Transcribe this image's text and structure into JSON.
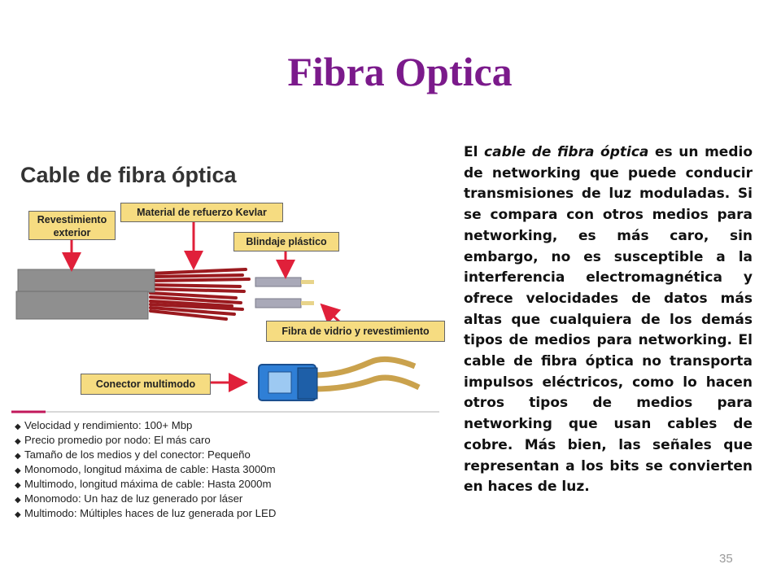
{
  "slide": {
    "title": "Fibra Optica",
    "page_number": "35"
  },
  "figure": {
    "title": "Cable de fibra óptica",
    "callouts": {
      "revestimiento_line1": "Revestimiento",
      "revestimiento_line2": "exterior",
      "kevlar": "Material de refuerzo Kevlar",
      "blindaje": "Blindaje plástico",
      "fibra": "Fibra de vidrio y revestimiento",
      "conector": "Conector multimodo"
    },
    "features": [
      "Velocidad y rendimiento:  100+ Mbp",
      "Precio promedio por nodo:  El más caro",
      "Tamaño de los medios y del conector:  Pequeño",
      "Monomodo, longitud máxima de cable:  Hasta 3000m",
      "Multimodo, longitud máxima de cable:  Hasta 2000m",
      "Monomodo: Un haz de luz generado por láser",
      "Multimodo: Múltiples haces de luz generada por LED"
    ],
    "colors": {
      "callout_fill": "#f6dc81",
      "arrow_red": "#e0203a",
      "jacket_gray": "#8f8f8f",
      "kevlar_red": "#9b1a1f",
      "connector_blue": "#2f7fd6"
    }
  },
  "body": {
    "part1": "El ",
    "italic": "cable de fibra óptica",
    "part2": " es un medio de networking que puede conducir transmisiones de luz moduladas. Si se compara con otros medios para networking, es más caro, sin embargo, no es susceptible a la interferencia electromagnética y ofrece velocidades de datos más altas que cualquiera de los demás tipos de medios para networking. El cable de fibra óptica no transporta impulsos eléctricos, como lo hacen otros tipos de medios para networking que usan cables de cobre. Más bien, las señales que representan a los bits se convierten en haces de luz."
  }
}
